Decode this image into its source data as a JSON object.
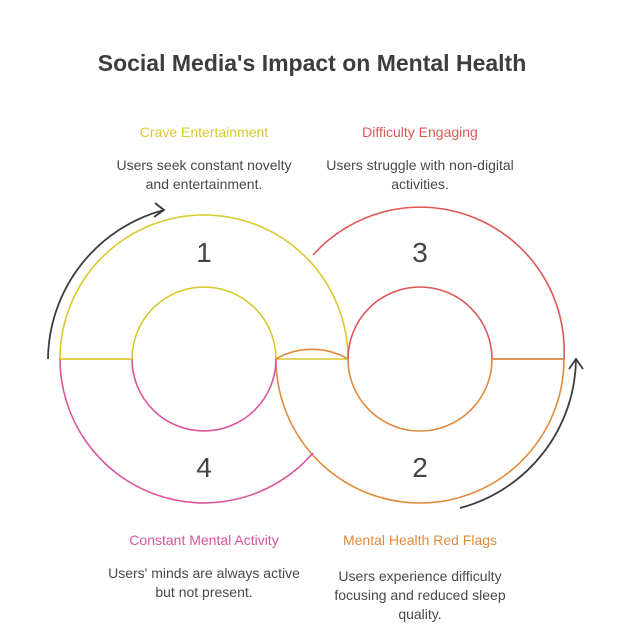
{
  "title": "Social Media's Impact on Mental Health",
  "colors": {
    "yellow": "#d9c92e",
    "red": "#df5656",
    "orange": "#e08a3c",
    "pink": "#d9549b",
    "arrow": "#3d3d3d"
  },
  "segments": [
    {
      "number": "1",
      "label": "Crave Entertainment",
      "description": "Users seek constant novelty and entertainment."
    },
    {
      "number": "3",
      "label": "Difficulty Engaging",
      "description": "Users struggle with non-digital activities."
    },
    {
      "number": "4",
      "label": "Constant Mental Activity",
      "description": "Users' minds are always active but not present."
    },
    {
      "number": "2",
      "label": "Mental Health Red Flags",
      "description": "Users experience difficulty focusing and reduced sleep quality."
    }
  ],
  "icons": [
    "cycle-arrow-icon"
  ]
}
